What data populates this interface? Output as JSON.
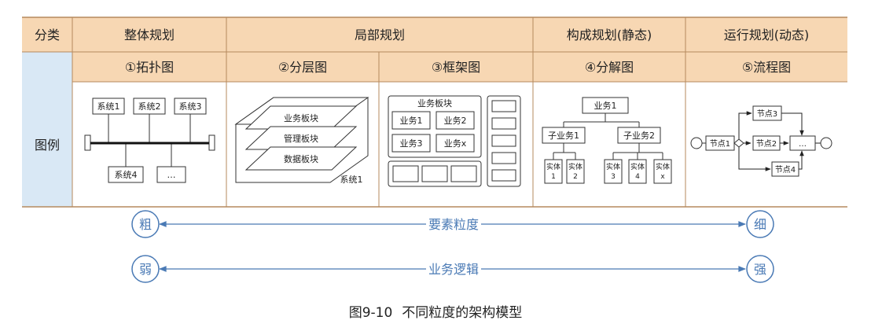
{
  "table": {
    "header": [
      "分类",
      "整体规划",
      "局部规划",
      "构成规划(静态)",
      "运行规划(动态)"
    ],
    "subheader": [
      "①拓扑图",
      "②分层图",
      "③框架图",
      "④分解图",
      "⑤流程图"
    ],
    "row_label": "图例"
  },
  "topology": {
    "top_nodes": [
      "系统1",
      "系统2",
      "系统3"
    ],
    "bottom_nodes": [
      "系统4",
      "…"
    ]
  },
  "layer": {
    "layers": [
      "业务板块",
      "管理板块",
      "数据板块"
    ],
    "system_label": "系统1"
  },
  "framework": {
    "title": "业务板块",
    "cells": [
      "业务1",
      "业务2",
      "业务3",
      "业务x"
    ]
  },
  "decomposition": {
    "root": "业务1",
    "subs": [
      "子业务1",
      "子业务2"
    ],
    "entities": [
      "实体\n1",
      "实体\n2",
      "实体\n3",
      "实体\n4",
      "实体\nx"
    ]
  },
  "flow": {
    "nodes": [
      "节点1",
      "节点2",
      "节点3",
      "节点4",
      "…"
    ]
  },
  "scales": [
    {
      "left": "粗",
      "label": "要素粒度",
      "right": "细"
    },
    {
      "left": "弱",
      "label": "业务逻辑",
      "right": "强"
    }
  ],
  "caption": {
    "number": "图9-10",
    "title": "不同粒度的架构模型"
  },
  "colors": {
    "header_bg": "#f7d7b3",
    "row_bg": "#d9e8f5",
    "grid": "#b58a5e",
    "accent": "#4a7ab5"
  }
}
